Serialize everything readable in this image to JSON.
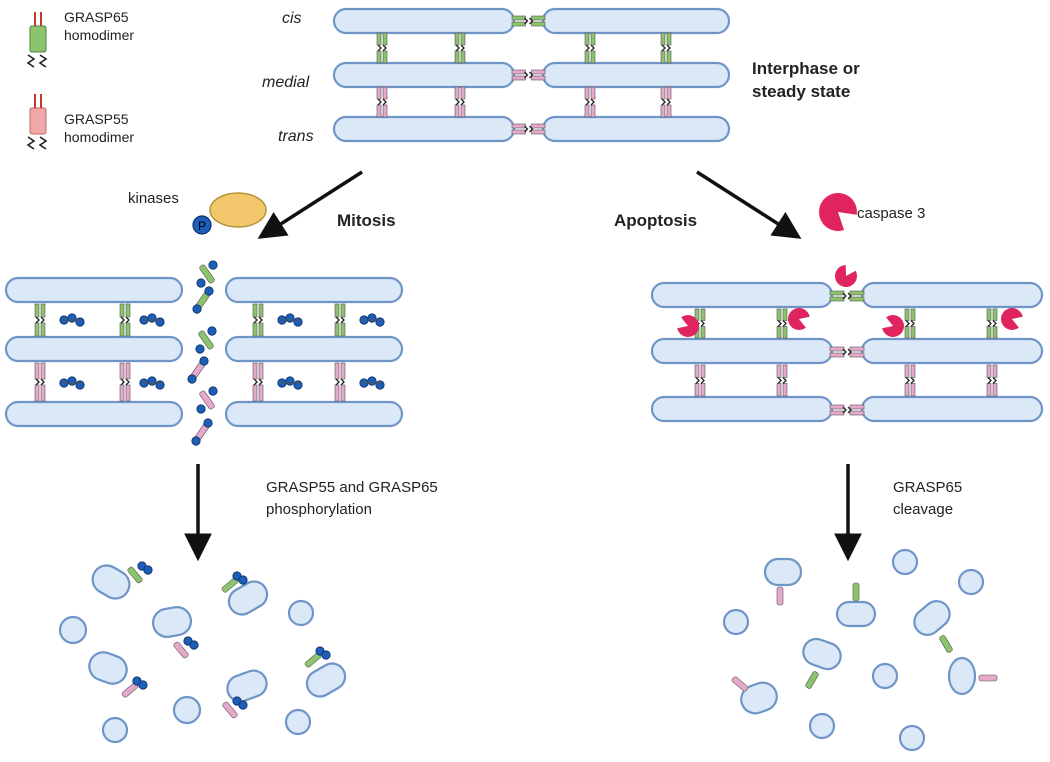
{
  "legend": {
    "grasp65": {
      "line1": "GRASP65",
      "line2": "homodimer"
    },
    "grasp55": {
      "line1": "GRASP55",
      "line2": "homodimer"
    }
  },
  "cisternae_labels": {
    "cis": "cis",
    "medial": "medial",
    "trans": "trans"
  },
  "state_label": {
    "line1": "Interphase or",
    "line2": "steady state"
  },
  "kinases_label": "kinases",
  "phospho_symbol": "P",
  "mitosis_label": "Mitosis",
  "apoptosis_label": "Apoptosis",
  "caspase_label": "caspase 3",
  "mitosis_result": {
    "line1": "GRASP55 and GRASP65",
    "line2": "phosphorylation"
  },
  "apoptosis_result": {
    "line1": "GRASP65",
    "line2": "cleavage"
  },
  "colors": {
    "membrane_fill": "#dbe8f7",
    "membrane_stroke": "#6f95c8",
    "grasp65": "#8cc46e",
    "grasp55": "#e6a9cc",
    "grasp55_legend": "#f0a8a8",
    "kinase": "#f2c76c",
    "phospho": "#1d5fb8",
    "caspase": "#e0245e",
    "arrow": "#111111"
  }
}
